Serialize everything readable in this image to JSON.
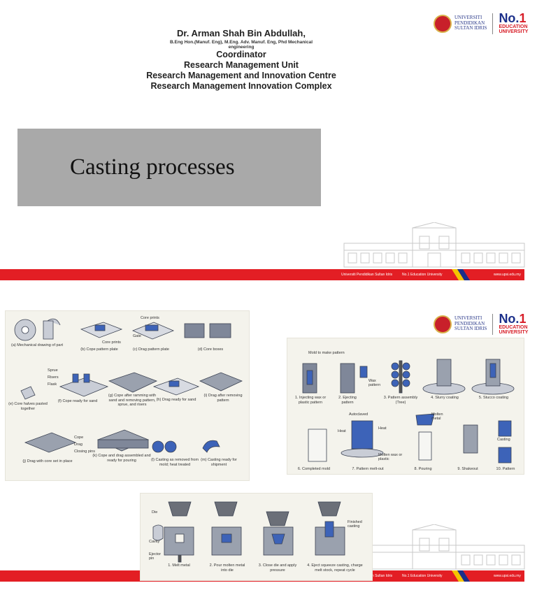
{
  "header": {
    "name": "Dr. Arman Shah Bin Abdullah,",
    "credentials_1": "B.Eng Hon.(Manuf. Eng), M.Eng. Adv. Manuf. Eng, Phd Mechanical",
    "credentials_2": "engineering",
    "role": "Coordinator",
    "unit": "Research Management Unit",
    "centre": "Research Management and Innovation Centre",
    "complex": "Research Management Innovation Complex"
  },
  "logo": {
    "uni_1": "UNIVERSITI",
    "uni_2": "PENDIDIKAN",
    "uni_3": "SULTAN IDRIS",
    "no": "No.",
    "one": "1",
    "edu_1": "EDUCATION",
    "edu_2": "UNIVERSITY"
  },
  "title": "Casting processes",
  "footer": {
    "left": "Universiti Pendidikan Sultan Idris",
    "mid": "No.1 Education University",
    "url": "www.upsi.edu.my"
  },
  "sand_casting": {
    "captions": [
      "(a) Mechanical drawing of part",
      "(b) Cope pattern plate",
      "(c) Drag pattern plate",
      "(d) Core boxes",
      "(e) Core halves pasted together",
      "(f) Cope ready for sand",
      "(g) Cope after ramming with sand and removing pattern, sprue, and risers",
      "(h) Drag ready for sand",
      "(i) Drag after removing pattern",
      "(j) Drag with core set in place",
      "(k) Cope and drag assembled and ready for pouring",
      "(l) Casting as removed from mold; heat treated",
      "(m) Casting ready for shipment"
    ],
    "labels": {
      "core_prints_top": "Core prints",
      "core_prints": "Core prints",
      "gate": "Gate",
      "sprue": "Sprue",
      "risers": "Risers",
      "flask": "Flask",
      "cope": "Cope",
      "drag": "Drag",
      "closing_pins": "Closing pins"
    }
  },
  "investment_casting": {
    "captions": [
      "1. Injecting wax or plastic pattern",
      "2. Ejecting pattern",
      "3. Pattern assembly (Tree)",
      "4. Slurry coating",
      "5. Stucco coating",
      "6. Completed mold",
      "7. Pattern melt-out",
      "8. Pouring",
      "9. Shakeout",
      "10. Pattern"
    ],
    "labels": {
      "mold": "Mold to make pattern",
      "wax": "Wax pattern",
      "autoclaved": "Autoclaved",
      "heat_l": "Heat",
      "heat_r": "Heat",
      "molten_metal": "Molten metal",
      "molten_wax": "Molten wax or plastic",
      "casting": "Casting"
    }
  },
  "die_casting": {
    "captions": [
      "1. Melt metal",
      "2. Pour molten metal into die",
      "3. Close die and apply pressure",
      "4. Eject squeeze casting, charge melt stock, repeat cycle"
    ],
    "labels": {
      "die": "Die",
      "cavity": "Cavity",
      "ejector": "Ejector pin",
      "finished": "Finished casting"
    }
  },
  "colors": {
    "stripe_red": "#e31e24",
    "stripe_yellow": "#f5c400",
    "stripe_navy": "#1b2f8a",
    "title_box": "#a9a9a9",
    "panel_bg": "#f4f3ec",
    "accent_blue": "#3d63b8"
  }
}
